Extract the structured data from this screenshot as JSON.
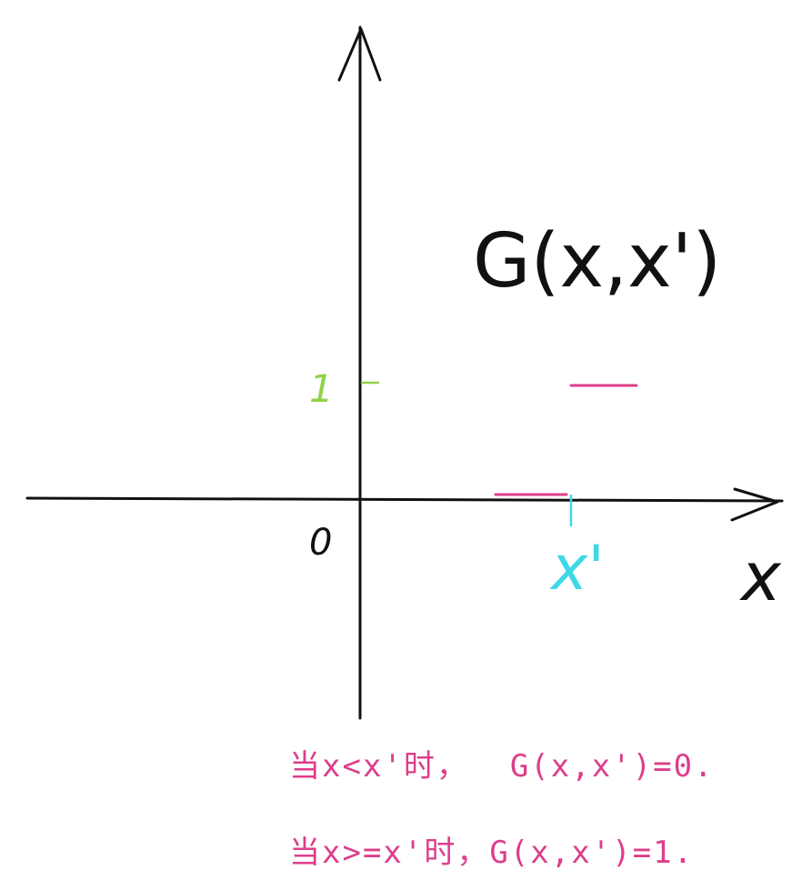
{
  "diagram": {
    "function_label": "G(x,x')",
    "origin_label": "0",
    "x_axis_label": "x",
    "y_tick_label": "1",
    "x_tick_label": "x'"
  },
  "colors": {
    "ink": "#111111",
    "step": "#dd3e8a",
    "tick_one": "#8fd24a",
    "x_prime": "#3ed8e6"
  },
  "notes": [
    "当x<x'时，  G(x,x')=0.",
    "当x>=x'时，G(x,x')=1."
  ]
}
